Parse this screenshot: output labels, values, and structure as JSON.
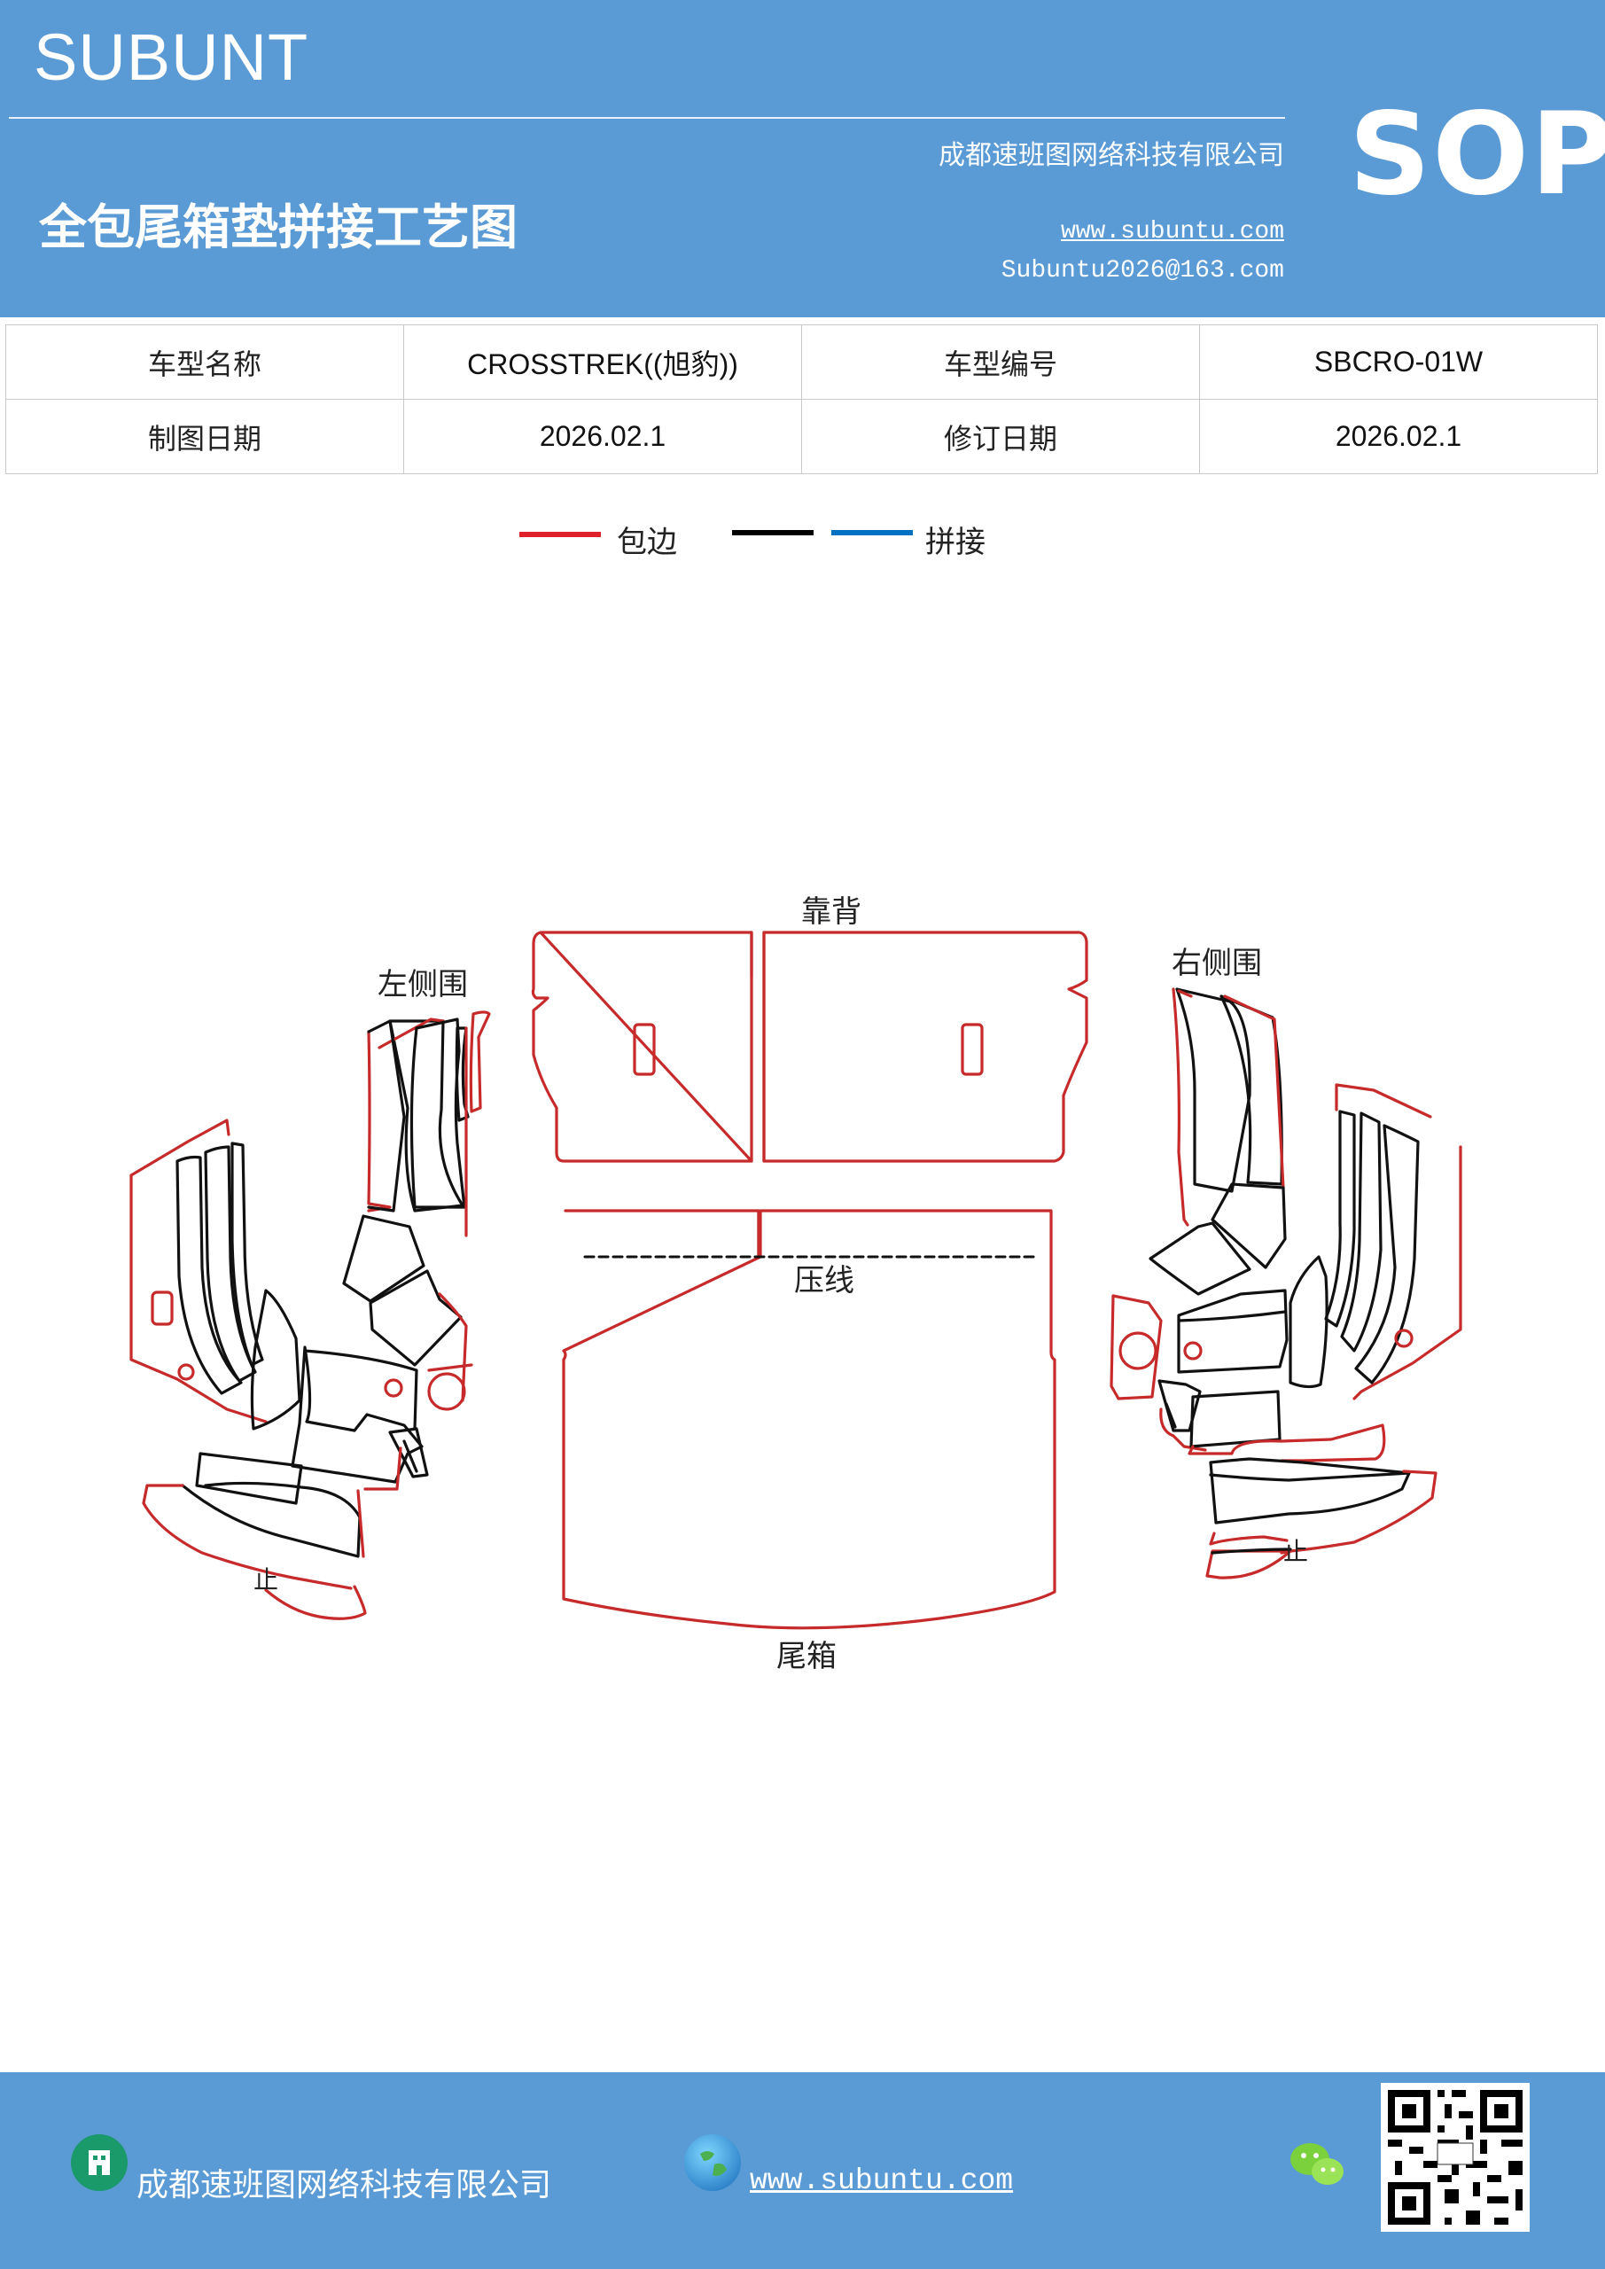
{
  "header": {
    "brand": "SUBUNT",
    "company": "成都速班图网络科技有限公司",
    "badge": "SOP",
    "title": "全包尾箱垫拼接工艺图",
    "website": "www.subuntu.com",
    "email": "Subuntu2026@163.com"
  },
  "info_table": {
    "rows": [
      [
        {
          "label": "车型名称"
        },
        {
          "value": "CROSSTREK((旭豹))"
        },
        {
          "label": "车型编号"
        },
        {
          "value": "SBCRO-01W"
        }
      ],
      [
        {
          "label": "制图日期"
        },
        {
          "value": "2026.02.1"
        },
        {
          "label": "修订日期"
        },
        {
          "value": "2026.02.1"
        }
      ]
    ]
  },
  "legend": {
    "items": [
      {
        "color": "#e0202a",
        "label": "包边"
      },
      {
        "color": "#000000",
        "label": ""
      },
      {
        "color": "#0070c0",
        "label": "拼接"
      }
    ]
  },
  "diagram": {
    "labels": {
      "backrest": "靠背",
      "left_side": "左侧围",
      "right_side": "右侧围",
      "press_line": "压线",
      "trunk": "尾箱",
      "stop_left": "止",
      "stop_right": "止"
    },
    "colors": {
      "edge": "#c62a2a",
      "seam": "#111111"
    }
  },
  "footer": {
    "company": "成都速班图网络科技有限公司",
    "website": "www.subuntu.com",
    "icons": [
      "building-icon",
      "globe-icon",
      "wechat-icon",
      "qr-code"
    ]
  }
}
